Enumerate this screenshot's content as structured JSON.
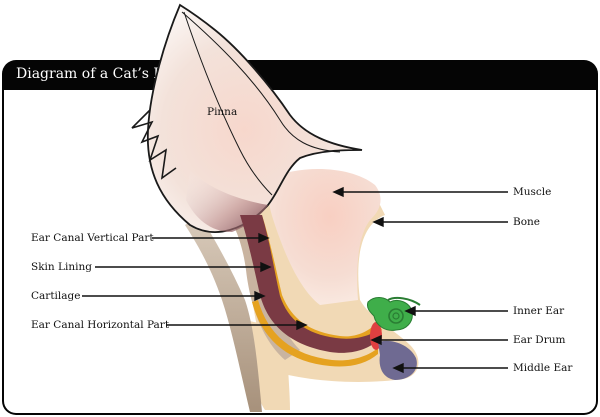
{
  "title": "Diagram of a Cat’s Ear",
  "labels": {
    "pinna": "Pinna",
    "ear_canal_vertical": "Ear Canal Vertical Part",
    "skin_lining": "Skin Lining",
    "cartilage": "Cartilage",
    "ear_canal_horizontal": "Ear Canal Horizontal Part",
    "muscle": "Muscle",
    "bone": "Bone",
    "inner_ear": "Inner Ear",
    "ear_drum": "Ear Drum",
    "middle_ear": "Middle Ear"
  },
  "colors": {
    "frame": "#050505",
    "bone": "#f1d9b5",
    "canal": "#7a3a44",
    "cartilage": "#e5a220",
    "inner_ear": "#3fae4a",
    "ear_drum": "#e04040",
    "middle_ear": "#6f6a92"
  }
}
